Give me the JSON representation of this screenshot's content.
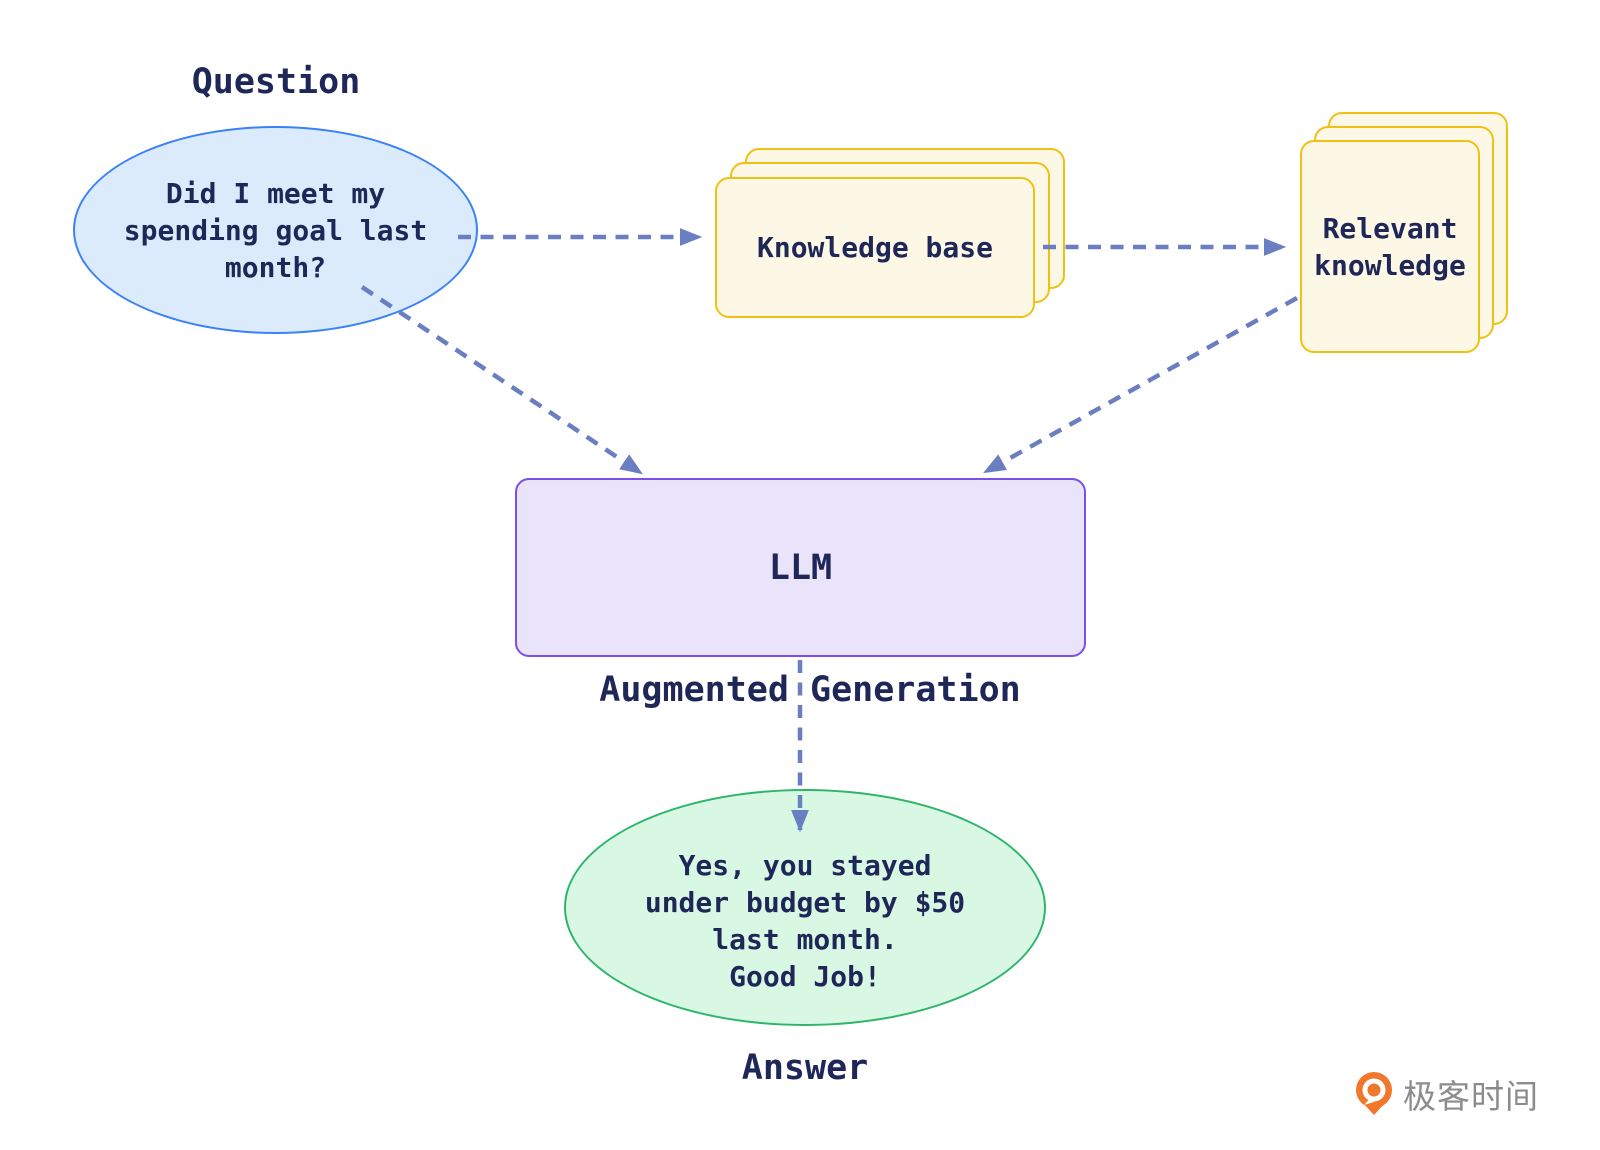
{
  "colors": {
    "background": "#ffffff",
    "text_navy": "#1e2757",
    "arrow": "#6a7fc1",
    "question_fill": "#dcebfc",
    "question_border": "#3b82f6",
    "card_fill": "#fcf8e5",
    "card_border": "#f0c115",
    "llm_fill": "#eae4fa",
    "llm_border": "#7c4fe9",
    "answer_fill": "#d9f8e4",
    "answer_border": "#2eb56b",
    "logo_orange": "#f0772b",
    "logo_gray": "#8c8c8c"
  },
  "labels": {
    "question": "Question",
    "augmented_generation": "Augmented Generation",
    "answer": "Answer"
  },
  "nodes": {
    "question_bubble": {
      "lines": [
        "Did I meet my",
        "spending goal last",
        "month?"
      ]
    },
    "knowledge_base": {
      "label": "Knowledge base"
    },
    "relevant_knowledge": {
      "lines": [
        "Relevant",
        "knowledge"
      ]
    },
    "llm": {
      "label": "LLM"
    },
    "answer_bubble": {
      "lines": [
        "Yes, you stayed",
        "under budget by $50",
        "last month.",
        "Good Job!"
      ]
    }
  },
  "edges": [
    {
      "from": "question_bubble",
      "to": "knowledge_base",
      "style": "dashed-arrow"
    },
    {
      "from": "knowledge_base",
      "to": "relevant_knowledge",
      "style": "dashed-arrow"
    },
    {
      "from": "question_bubble",
      "to": "llm",
      "style": "dashed-arrow"
    },
    {
      "from": "relevant_knowledge",
      "to": "llm",
      "style": "dashed-arrow"
    },
    {
      "from": "llm",
      "to": "answer_bubble",
      "style": "dashed-arrow"
    }
  ],
  "logo": {
    "brand_text": "极客时间",
    "icon": "geektime-pin-icon"
  }
}
